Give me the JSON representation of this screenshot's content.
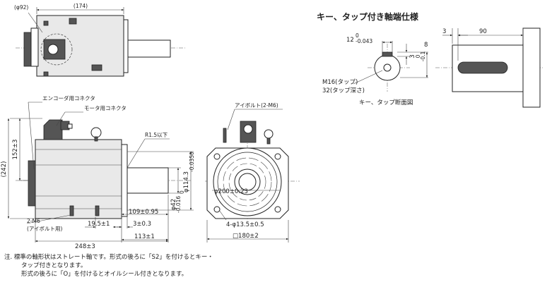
{
  "key_spec": {
    "title": "キー、タップ付き軸端仕様",
    "key_width_dim": "12",
    "key_width_tol_upper": "0",
    "key_width_tol_lower": "-0.043",
    "key_depth_dim": "8",
    "key_depth_short": "3",
    "key_depth_tol_upper": "0",
    "key_depth_tol_lower": "-0.1",
    "tap_label": "M16(タップ)",
    "tap_depth_label": "32(タップ深さ)",
    "section_label": "キー、タップ断面図",
    "offset_dim": "3",
    "key_length_dim": "90"
  },
  "top_view": {
    "diameter_label": "(φ92)",
    "length_label": "(174)"
  },
  "side_view": {
    "encoder_connector": "エンコーダ用コネクタ",
    "motor_connector": "モータ用コネクタ",
    "radius_label": "R1.5以下",
    "height_152": "152±3",
    "height_242": "(242)",
    "shaft_dia_42": "φ42",
    "shaft_dia_42_tol_upper": "0",
    "shaft_dia_42_tol_lower": "-0.016",
    "flange_dia_114": "φ114.3",
    "flange_dia_114_tol_upper": "0",
    "flange_dia_114_tol_lower": "-0.035",
    "dim_109": "109±0.95",
    "dim_19_5": "19.5±1",
    "dim_3": "3±0.3",
    "dim_113": "113±1",
    "dim_248": "248±3",
    "eyebolt_m6": "2-M6",
    "eyebolt_note": "(アイボルト用)"
  },
  "front_view": {
    "eyebolt_label": "アイボルト(2-M6)",
    "pcd_label": "φ200±0.23",
    "holes_label": "4-φ13.5±0.5",
    "square_label": "□180±2"
  },
  "notes": [
    "注. 標準の軸形状はストレート軸です。形式の後ろに「S2」を付けるとキー・",
    "タップ付きとなります。",
    "形式の後ろに「O」を付けるとオイルシール付きとなります。"
  ]
}
